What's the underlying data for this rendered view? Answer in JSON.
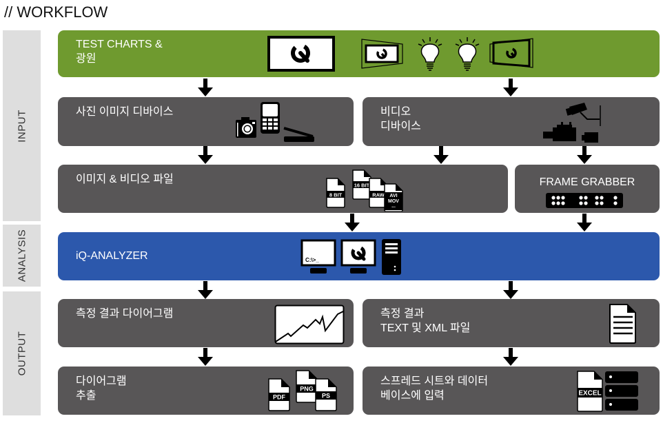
{
  "title": "// WORKFLOW",
  "sections": {
    "input": "INPUT",
    "analysis": "ANALYSIS",
    "output": "OUTPUT"
  },
  "colors": {
    "green": "#6f9a2f",
    "gray": "#585657",
    "blue": "#2c58ac",
    "section_bg": "#dedede"
  },
  "nodes": {
    "test_charts": "TEST CHARTS &\n광원",
    "photo_devices": "사진 이미지 디바이스",
    "video_devices": "비디오\n디바이스",
    "image_video_files": "이미지 & 비디오 파일",
    "frame_grabber": "FRAME GRABBER",
    "iq_analyzer": "iQ-ANALYZER",
    "result_diagrams": "측정 결과 다이어그램",
    "result_text_xml": "측정 결과\nTEXT 및 XML 파일",
    "diagram_export": "다이어그램\n추출",
    "spreadsheet_db": "스프레드 시트와 데이터\n베이스에 입력"
  },
  "icon_labels": {
    "file_8bit": "8 BIT",
    "file_16bit": "16 BIT",
    "file_raw": "RAW",
    "file_avi": "AVI",
    "file_mov": "MOV",
    "file_more": "...",
    "terminal_prompt": "C:\\>_",
    "pdf": "PDF",
    "png": "PNG",
    "ps": "PS",
    "excel": "EXCEL"
  }
}
